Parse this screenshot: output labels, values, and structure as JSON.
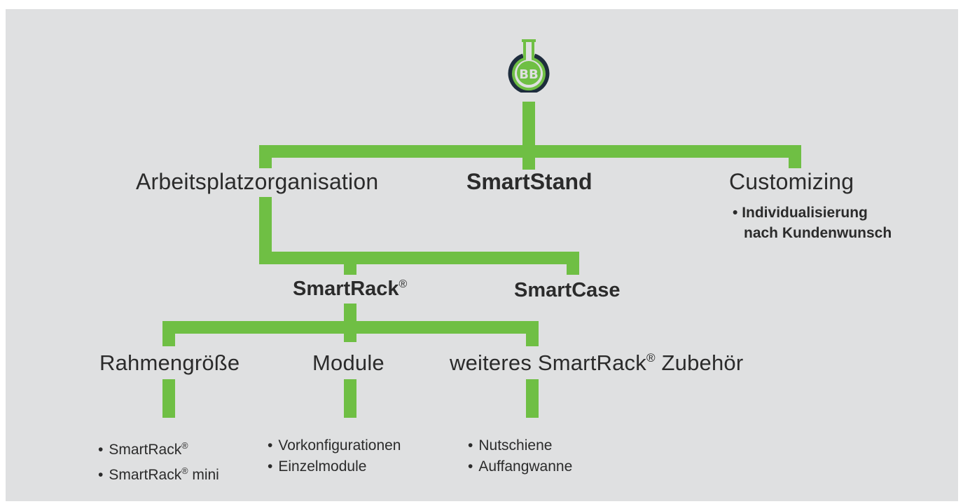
{
  "colors": {
    "background": "#dfe0e1",
    "accent": "#6fbf44",
    "logo_ring": "#1e2d3d",
    "text": "#2b2b2b"
  },
  "logo": {
    "icon": "flask-bb-icon",
    "text": "BB"
  },
  "level1": {
    "left": "Arbeitsplatzorganisation",
    "center": "SmartStand",
    "right": "Customizing",
    "right_bullets": [
      "Individualisierung",
      "nach Kundenwunsch"
    ]
  },
  "level2": {
    "left": "SmartRack",
    "left_mark": "®",
    "right": "SmartCase"
  },
  "level3": {
    "left": "Rahmengröße",
    "center": "Module",
    "right_pre": "weiteres SmartRack",
    "right_mark": "®",
    "right_post": " Zubehör"
  },
  "bullets": {
    "rahmen": [
      {
        "text": "SmartRack",
        "mark": "®",
        "suffix": ""
      },
      {
        "text": "SmartRack",
        "mark": "®",
        "suffix": " mini"
      }
    ],
    "module": [
      "Vorkonfigurationen",
      "Einzelmodule"
    ],
    "zubehoer": [
      "Nutschiene",
      "Auffangwanne"
    ]
  }
}
